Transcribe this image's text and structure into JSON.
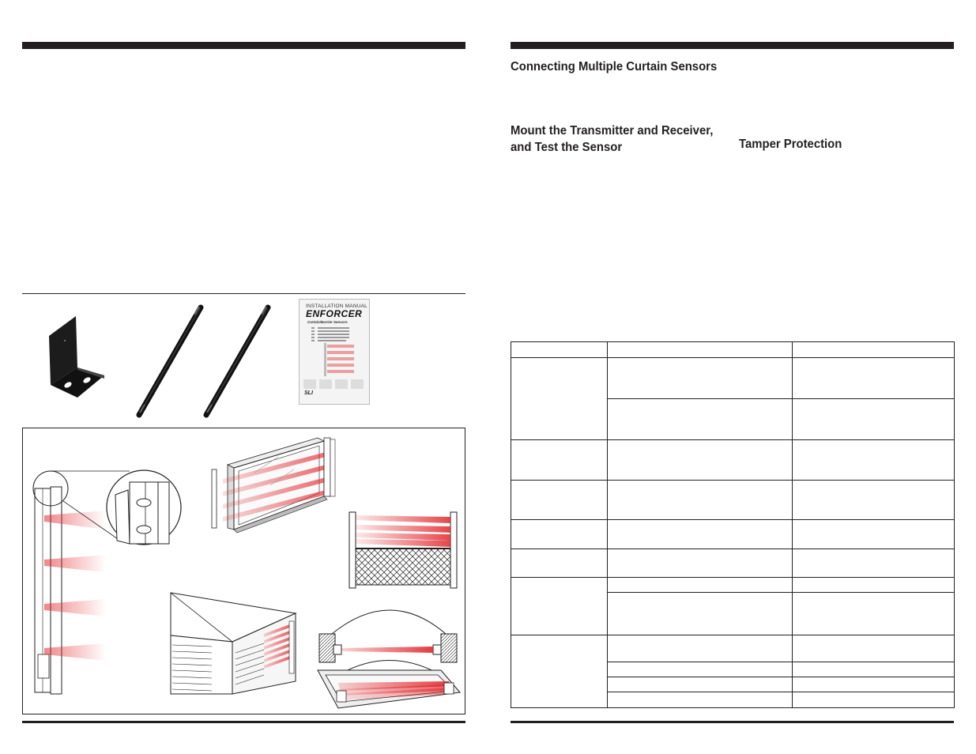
{
  "left_page": {
    "parts_illustrations": [
      {
        "name": "mounting-bracket"
      },
      {
        "name": "curtain-sensor-transmitter"
      },
      {
        "name": "curtain-sensor-receiver"
      },
      {
        "name": "installation-manual"
      }
    ],
    "manual_cover": {
      "title": "INSTALLATION MANUAL",
      "brand": "ENFORCER",
      "subtitle": "Curtain/Barrier Sensors",
      "logo": "SLI"
    },
    "application_illustrations": [
      {
        "name": "sensor-closeup"
      },
      {
        "name": "window-application"
      },
      {
        "name": "fence-application"
      },
      {
        "name": "building-application"
      },
      {
        "name": "doorway-application"
      }
    ]
  },
  "right_page": {
    "heading_connecting": "Connecting Multiple Curtain Sensors",
    "heading_mount": "Mount the Transmitter and Receiver, and Test the Sensor",
    "heading_tamper": "Tamper Protection"
  },
  "colors": {
    "ink": "#231f20",
    "beam": "#e0262b"
  }
}
